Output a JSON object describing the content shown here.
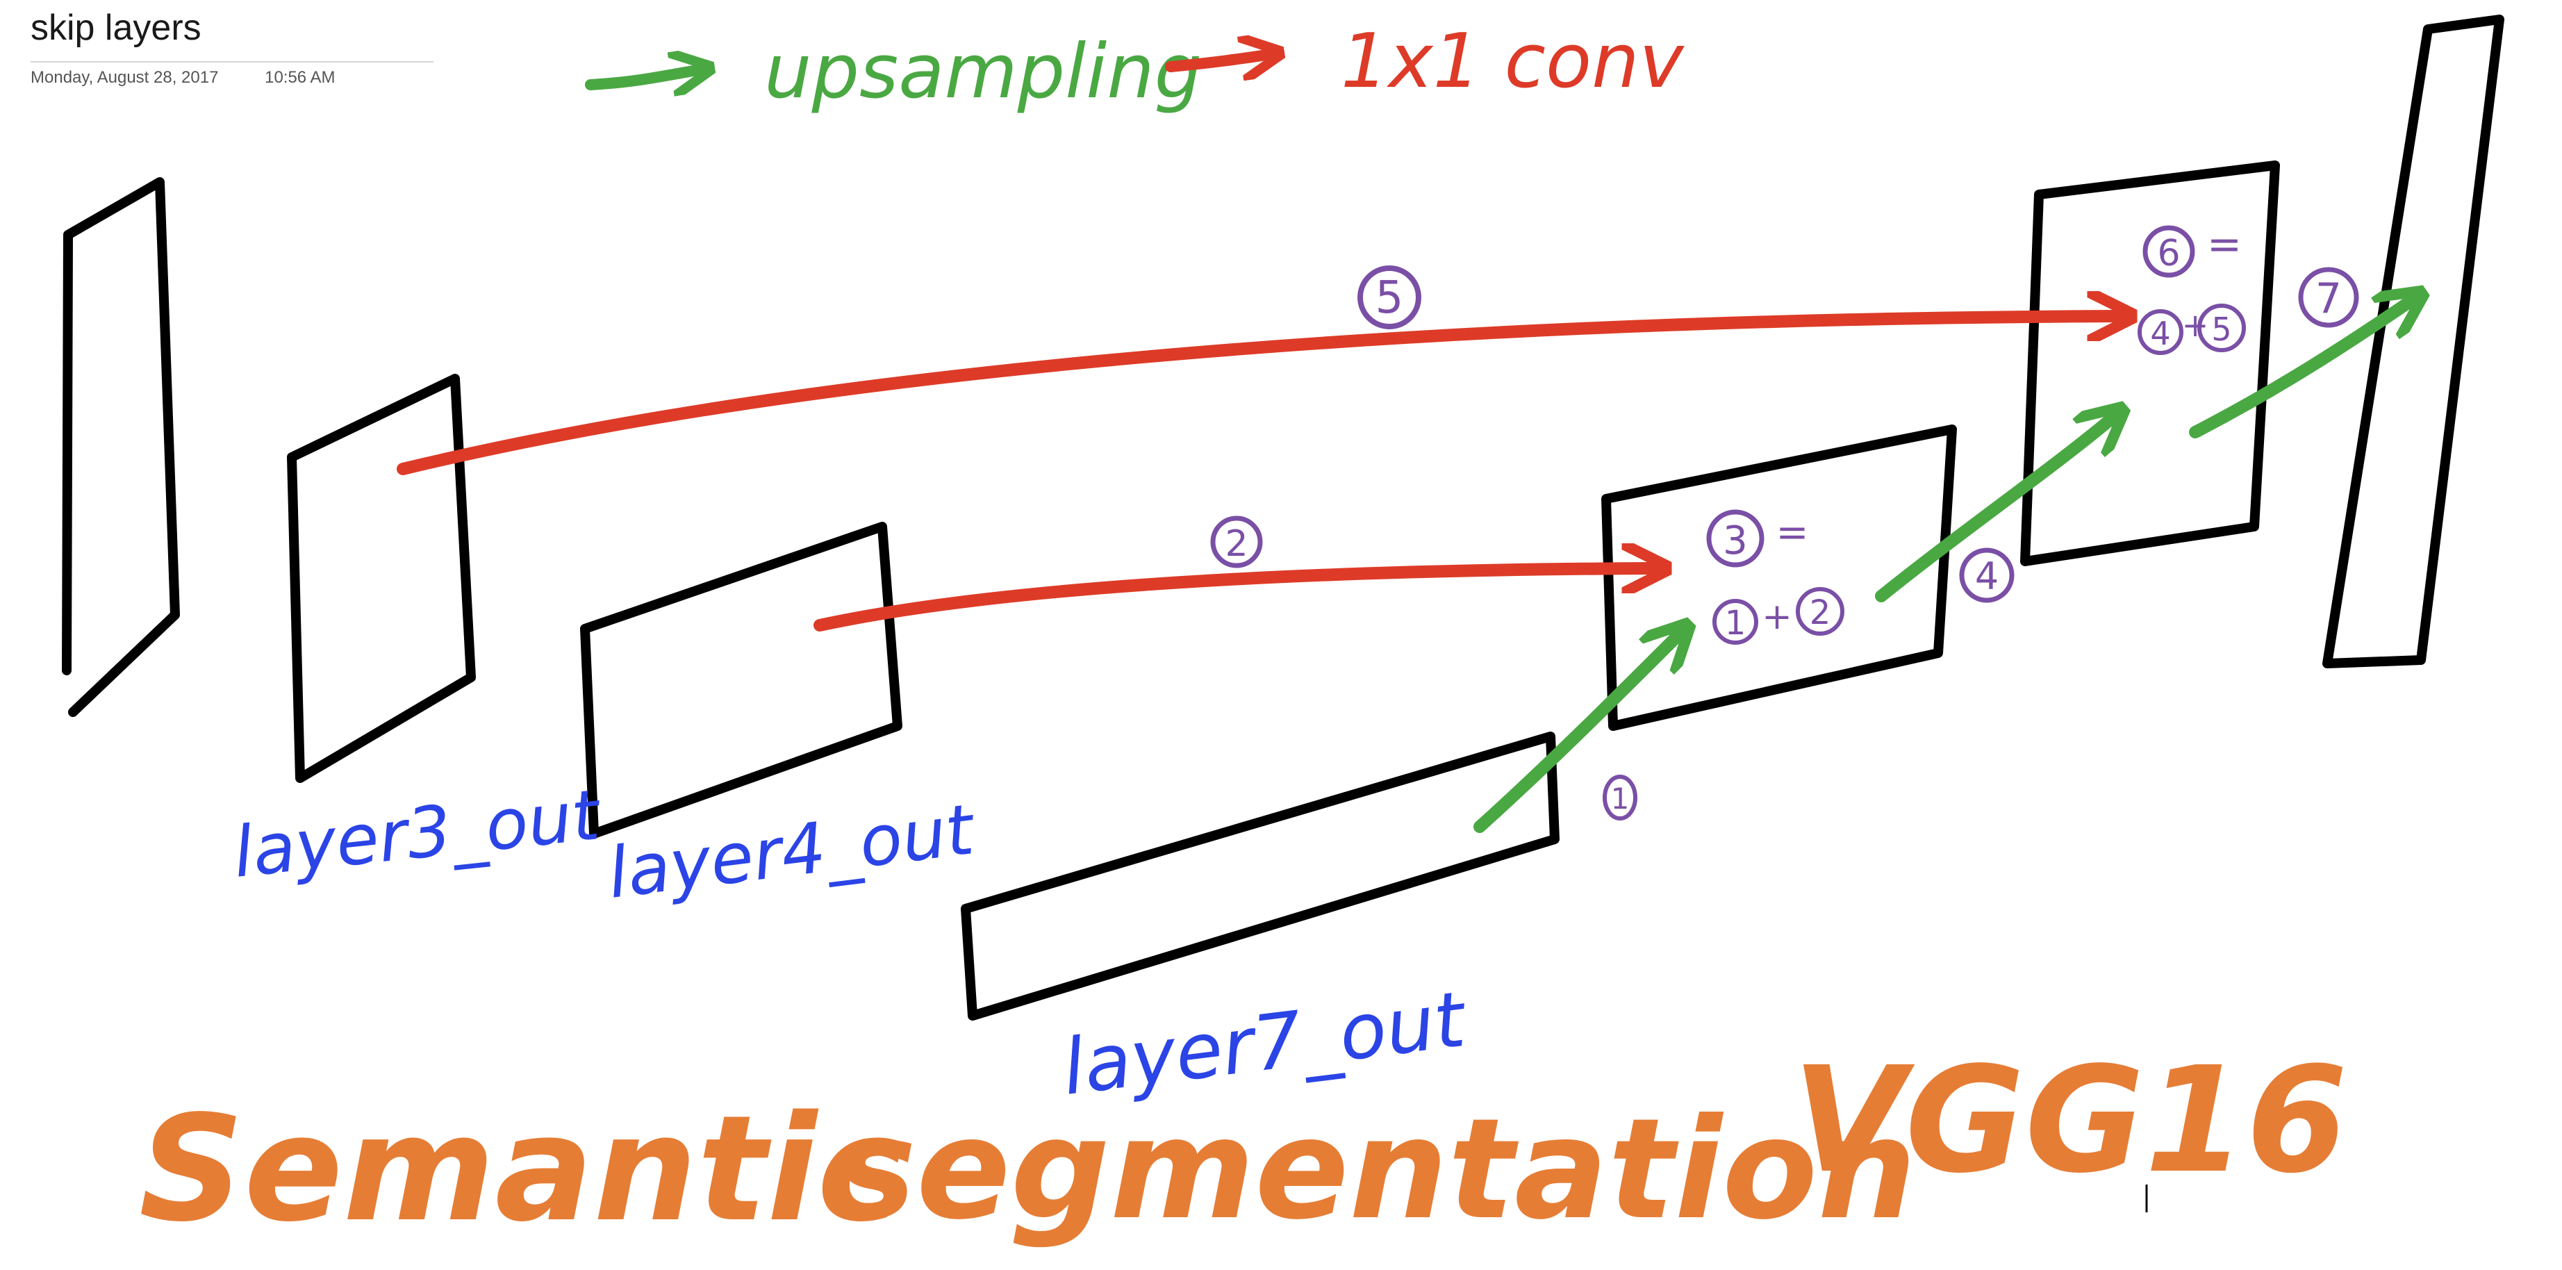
{
  "note": {
    "title": "skip layers",
    "date": "Monday, August 28, 2017",
    "time": "10:56 AM"
  },
  "legend": {
    "upsampling": "upsampling",
    "conv": "1x1 conv"
  },
  "layers": {
    "layer3": "layer3_out",
    "layer4": "layer4_out",
    "layer7": "layer7_out"
  },
  "steps": {
    "s1": "1",
    "s2": "2",
    "s3": "3",
    "s3_eq": "=",
    "s3_a": "1",
    "s3_plus": "+",
    "s3_b": "2",
    "s4": "4",
    "s5": "5",
    "s6": "6",
    "s6_eq": "=",
    "s6_a": "4",
    "s6_plus": "+",
    "s6_b": "5",
    "s7": "7"
  },
  "caption": {
    "w1": "Semantic",
    "w2": "segmentation",
    "w3": "VGG16"
  },
  "colors": {
    "ink": "#000000",
    "green": "#4aa843",
    "red": "#dd3b28",
    "blue": "#2b44e6",
    "purple": "#7a4fa6",
    "orange": "#e67d35"
  }
}
